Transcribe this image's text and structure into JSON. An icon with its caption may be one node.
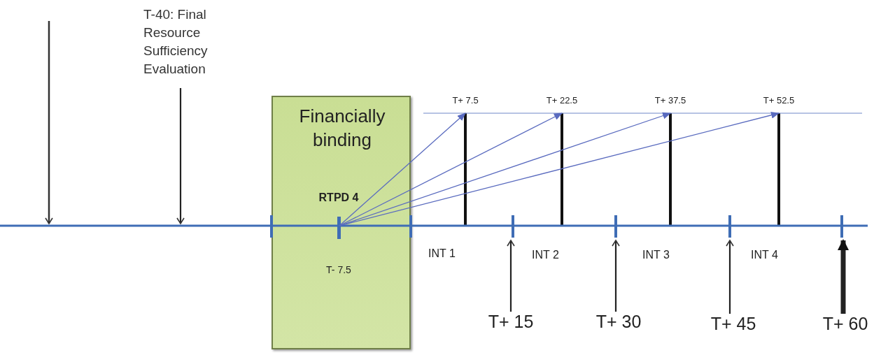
{
  "diagram": {
    "nodes": [
      {
        "text": [
          "Financially binding"
        ]
      },
      {
        "text": [
          "RTPD 4",
          "T- 7.5"
        ],
        "in": 0
      },
      {
        "text": [
          "T+ 7.5"
        ]
      },
      {
        "text": [
          "T+ 22.5"
        ]
      },
      {
        "text": [
          "T+ 37.5"
        ]
      },
      {
        "text": [
          "T+ 52.5"
        ]
      },
      {
        "text": [
          "T-40: Final Resource Sufficiency Evaluation"
        ]
      },
      {
        "text": [
          "T+ 15"
        ]
      },
      {
        "text": [
          "T+ 30"
        ]
      },
      {
        "text": [
          "T+ 45"
        ]
      },
      {
        "text": [
          "T+ 60"
        ]
      }
    ],
    "edges": [
      {
        "from": 1,
        "to": 2,
        "arrow": "to",
        "color": "#5a6bbf"
      },
      {
        "from": 1,
        "to": 3,
        "arrow": "to",
        "color": "#5a6bbf"
      },
      {
        "from": 1,
        "to": 4,
        "arrow": "to",
        "color": "#5a6bbf"
      },
      {
        "from": 1,
        "to": 5,
        "arrow": "to",
        "color": "#5a6bbf"
      },
      {
        "from": 6,
        "to": null,
        "arrow": "to"
      },
      {
        "from": 7,
        "to": null,
        "arrow": "to"
      },
      {
        "from": 8,
        "to": null,
        "arrow": "to"
      },
      {
        "from": 9,
        "to": null,
        "arrow": "to"
      },
      {
        "from": 10,
        "to": null,
        "arrow": "to",
        "style": "thick"
      }
    ],
    "labels": [
      "INT 1",
      "INT 2",
      "INT 3",
      "INT 4"
    ]
  }
}
